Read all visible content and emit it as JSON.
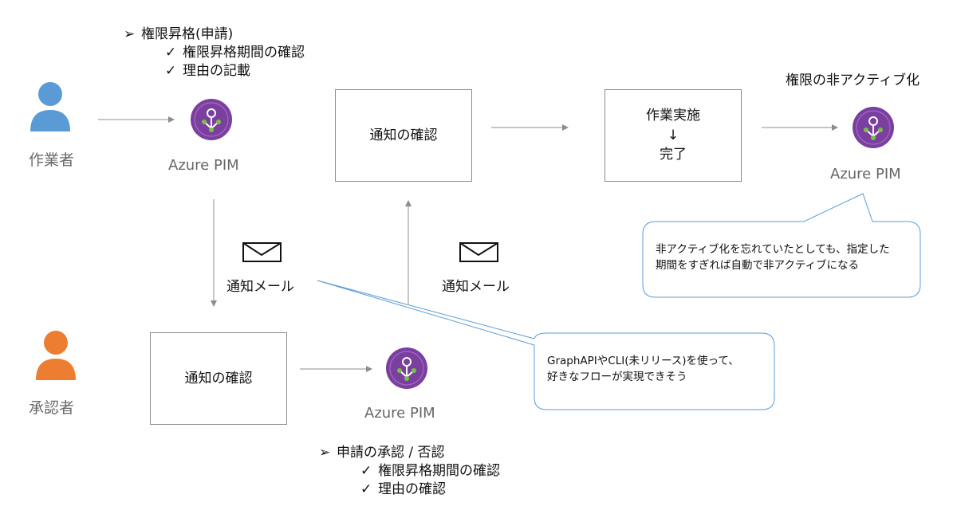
{
  "actors": {
    "worker_label": "作業者",
    "approver_label": "承認者"
  },
  "request_notes": {
    "title": "権限昇格(申請)",
    "items": [
      "権限昇格期間の確認",
      "理由の記載"
    ]
  },
  "approval_notes": {
    "title": "申請の承認 / 否認",
    "items": [
      "権限昇格期間の確認",
      "理由の確認"
    ]
  },
  "pim_label": "Azure PIM",
  "boxes": {
    "notify_check_top": "通知の確認",
    "work_line1": "作業実施",
    "work_arrow": "↓",
    "work_line2": "完了",
    "notify_check_bottom": "通知の確認"
  },
  "mail": {
    "label_left": "通知メール",
    "label_right": "通知メール"
  },
  "deactivate_title": "権限の非アクティブ化",
  "callouts": {
    "auto_deactivate": [
      "非アクティブ化を忘れていたとしても、指定した",
      "期間をすぎれば自動で非アクティブになる"
    ],
    "graph_api": [
      "GraphAPIやCLI(未リリース)を使って、",
      "好きなフローが実現できそう"
    ]
  },
  "colors": {
    "worker": "#5b9bd5",
    "approver": "#ed7d31",
    "pim_purple": "#7b3fa0",
    "pim_green": "#7ac143",
    "callout_border": "#5b9bd5",
    "arrow": "#8c8c8c"
  }
}
